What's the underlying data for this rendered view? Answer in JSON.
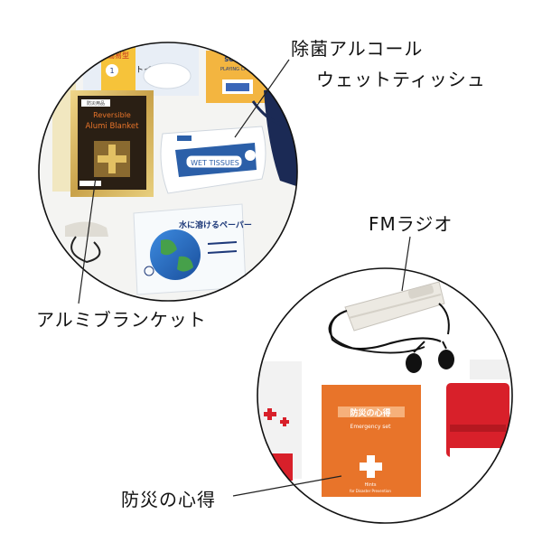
{
  "labels": {
    "wet_tissue_line1": "除菌アルコール",
    "wet_tissue_line2": "ウェットティッシュ",
    "fm_radio": "FMラジオ",
    "alumi_blanket": "アルミブランケット",
    "disaster_guide": "防災の心得"
  },
  "product_text": {
    "blanket_line1": "Reversible",
    "blanket_line2": "Alumi Blanket",
    "blanket_badge": "防災用品",
    "tissue_brand": "WET TISSUES",
    "toilet_text": "簡易型",
    "toilet_text2": "トイレに",
    "toilet_num": "1",
    "cards_brand": "SONAEL",
    "cards_title": "PLAYING CARDS",
    "paper_title": "水に溶けるペーパー",
    "guide_title": "防災の心得",
    "guide_subtitle": "Emergency set",
    "guide_footer": "Hints",
    "guide_footer2": "for Disaster Prevention"
  },
  "colors": {
    "orange": "#e8742a",
    "red": "#d8202a",
    "navy": "#1f3a7a",
    "gold": "#c9a24a",
    "tissue_blue": "#2b5fa8"
  }
}
